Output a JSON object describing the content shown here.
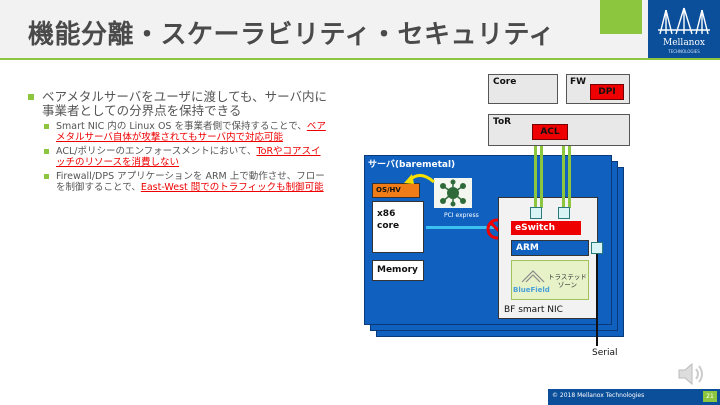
{
  "slide": {
    "title": "機能分離・スケーラビリティ・セキュリティ",
    "page_number": "21"
  },
  "logo": {
    "name": "Mellanox",
    "tagline": "TECHNOLOGIES"
  },
  "bullets": {
    "main": "ベアメタルサーバをユーザに渡しても、サーバ内に事業者としての分界点を保持できる",
    "sub1_plain": "Smart NIC 内の Linux OS を事業者側で保持することで、",
    "sub1_red": "ベアメタルサーバ自体が攻撃されてもサーバ内で対応可能",
    "sub2_plain": "ACL/ポリシーのエンフォースメントにおいて、",
    "sub2_red": "ToRやコアスイッチのリソースを消費しない",
    "sub3_plain": "Firewall/DPS アプリケーションを ARM 上で動作させ、フローを制御することで、",
    "sub3_red": "East-West 間でのトラフィックも制御可能"
  },
  "diagram": {
    "core": "Core",
    "fw": "FW",
    "dpi": "DPI",
    "tor": "ToR",
    "acl": "ACL",
    "server": "サーバ(baremetal)",
    "os_hv": "OS/HV",
    "x86_line1": "x86",
    "x86_line2": "core",
    "memory": "Memory",
    "pci": "PCI express",
    "eswitch": "eSwitch",
    "arm": "ARM",
    "trusted_line1": "トラステッド",
    "trusted_line2": "ゾーン",
    "bluefield": "BlueField",
    "nic": "BF smart NIC",
    "serial": "Serial"
  },
  "footer": {
    "copyright": "© 2018 Mellanox Technologies"
  },
  "colors": {
    "accent_green": "#8cc63f",
    "brand_blue": "#0b4e99",
    "server_blue": "#1060c0",
    "alert_red": "#e00000",
    "orange": "#f07c18"
  }
}
